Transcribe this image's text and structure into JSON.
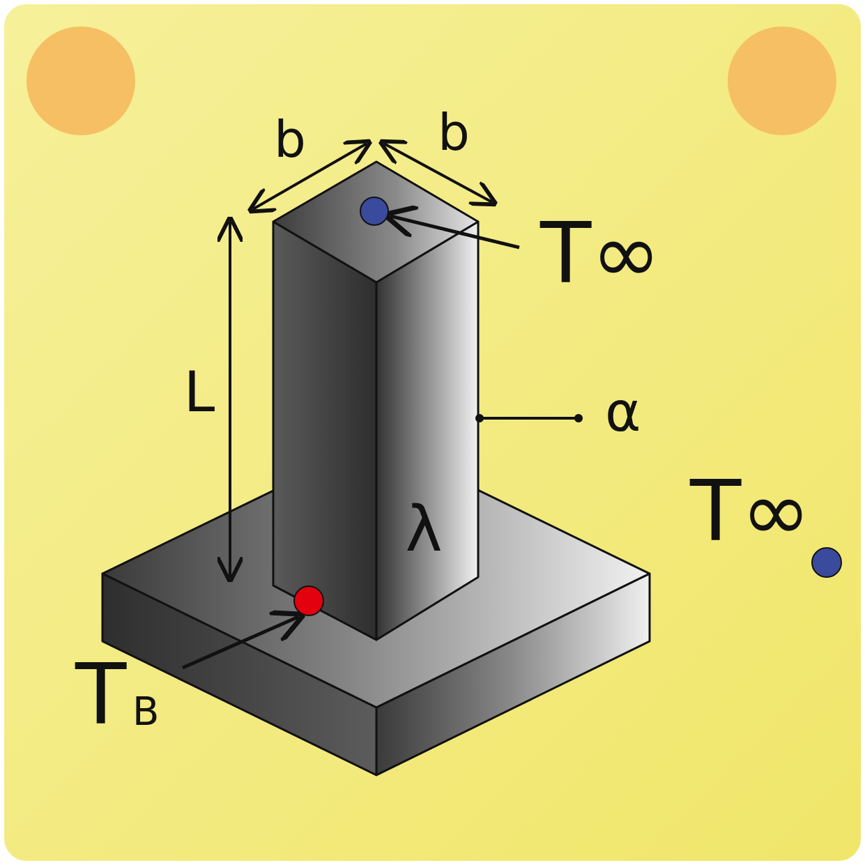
{
  "labels": {
    "width_left": "b",
    "width_right": "b",
    "length": "L",
    "temp_tip": "T∞",
    "temp_ambient": "T∞",
    "heat_transfer_coeff": "α",
    "conductivity": "λ",
    "temp_base_main": "T",
    "temp_base_sub": "B"
  },
  "colors": {
    "background_light": "#f6f09a",
    "background_dark": "#f0e66a",
    "corner_dot": "#f6bf63",
    "tip_marker": "#3a4a9c",
    "base_marker": "#e3000f",
    "ambient_marker": "#3a4a9c",
    "stroke": "#111111"
  }
}
